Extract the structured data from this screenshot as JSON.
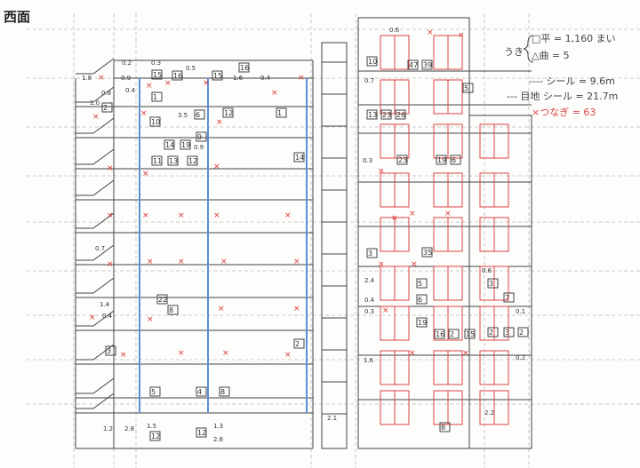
{
  "title": "西面",
  "legend": {
    "bracket_label": "うき",
    "tiles": "□平 = 1,160 まい",
    "curved": "△曲 = 5",
    "seal": "---- シール = 9.6m",
    "joint_seal": "--- 目地 シール = 21.7m",
    "connect": "×つなぎ = 63"
  },
  "annotations": {
    "n": [
      "0.2",
      "0.3",
      "0.5",
      "1.8",
      "0.9",
      "0.8",
      "1.0",
      "0.4",
      "3.5",
      "0.9",
      "0.7",
      "1.4",
      "0.4",
      "1.2",
      "2.8",
      "1.5",
      "1.3",
      "2.6",
      "2.1",
      "0.6",
      "0.7",
      "0.3",
      "2.4",
      "0.4",
      "0.3",
      "1.6",
      "0.6",
      "0.1",
      "0.2",
      "2.2",
      "0.4",
      "1.6"
    ],
    "boxed": [
      "15",
      "16",
      "15",
      "16",
      "2",
      "1",
      "10",
      "6",
      "12",
      "1",
      "14",
      "19",
      "9",
      "11",
      "13",
      "12",
      "14",
      "22",
      "8",
      "2",
      "3",
      "5",
      "4",
      "8",
      "10",
      "47",
      "39",
      "13",
      "23",
      "26",
      "5",
      "23",
      "19",
      "6",
      "3",
      "35",
      "3",
      "7",
      "5",
      "6",
      "19",
      "16",
      "2",
      "15",
      "2",
      "3",
      "2",
      "8",
      "12",
      "12"
    ]
  },
  "marker": "×"
}
